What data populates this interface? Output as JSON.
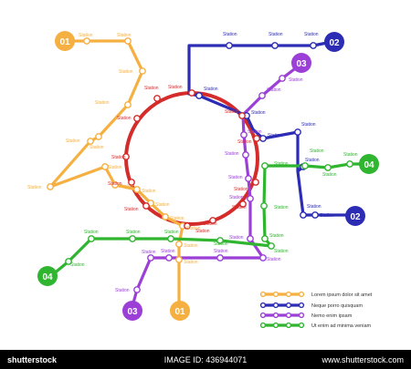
{
  "colors": {
    "orange": "#f5b041",
    "blue": "#2c2cb4",
    "purple": "#9b3fd6",
    "green": "#2fb52f",
    "red": "#d42b2b"
  },
  "station_label": "Station",
  "badges": {
    "orange_top": "01",
    "orange_bottom": "01",
    "blue_top": "02",
    "blue_bottom": "02",
    "purple_top": "03",
    "purple_bottom": "03",
    "green_right": "04",
    "green_left": "04"
  },
  "legend": [
    {
      "color": "orange",
      "text": "Lorem ipsum dolor sit amet"
    },
    {
      "color": "blue",
      "text": "Neque porro quisquam"
    },
    {
      "color": "purple",
      "text": "Nemo enim ipsam"
    },
    {
      "color": "green",
      "text": "Ut enim ad minima veniam"
    }
  ],
  "watermark": {
    "brand": "shutterstock",
    "id": "IMAGE ID: 436944071",
    "url": "www.shutterstock.com"
  }
}
